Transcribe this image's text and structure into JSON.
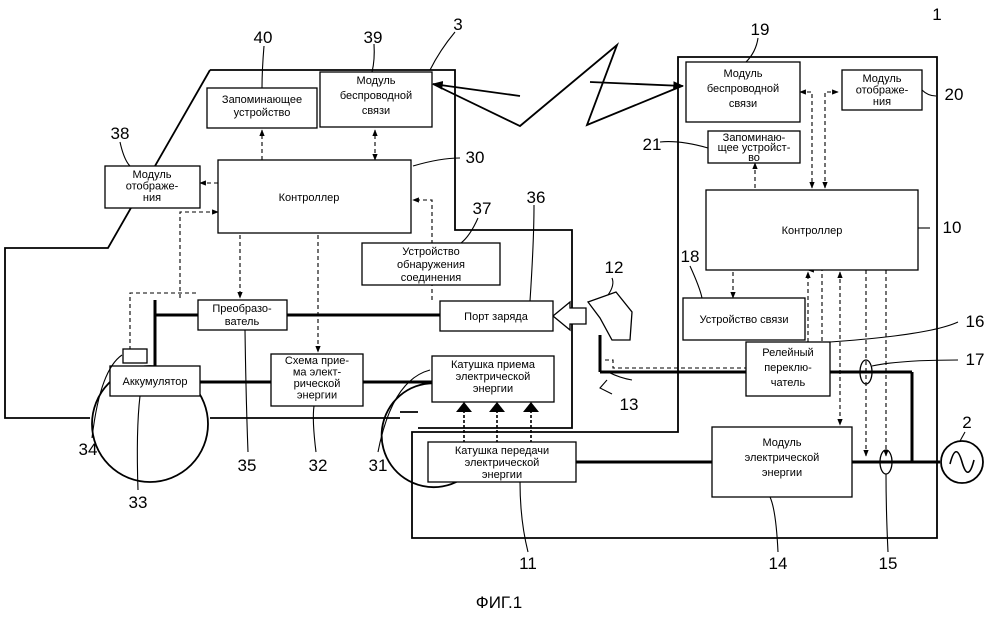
{
  "caption": "ФИГ.1",
  "blocks": {
    "memory_vehicle": [
      "Запоминающее",
      "устройство"
    ],
    "wireless_vehicle": [
      "Модуль",
      "беспроводной",
      "связи"
    ],
    "display_vehicle": [
      "Модуль",
      "отображе-",
      "ния"
    ],
    "controller_vehicle": [
      "Контроллер"
    ],
    "connection_detector": [
      "Устройство",
      "обнаружения",
      "соединения"
    ],
    "converter": [
      "Преобразо-",
      "ватель"
    ],
    "charge_port": [
      "Порт заряда"
    ],
    "accumulator": [
      "Аккумулятор"
    ],
    "receive_circuit": [
      "Схема прие-",
      "ма элект-",
      "рической",
      "энергии"
    ],
    "receive_coil": [
      "Катушка приема",
      "электрической",
      "энергии"
    ],
    "transmit_coil": [
      "Катушка передачи",
      "электрической",
      "энергии"
    ],
    "wireless_station": [
      "Модуль",
      "беспроводной",
      "связи"
    ],
    "display_station": [
      "Модуль",
      "отображе-",
      "ния"
    ],
    "memory_station": [
      "Запоминаю-",
      "щее устройст-",
      "во"
    ],
    "controller_station": [
      "Контроллер"
    ],
    "comm_device": [
      "Устройство связи"
    ],
    "relay_switch": [
      "Релейный",
      "переклю-",
      "чатель"
    ],
    "power_module": [
      "Модуль",
      "электрической",
      "энергии"
    ]
  },
  "refs": [
    "1",
    "2",
    "3",
    "10",
    "11",
    "12",
    "13",
    "14",
    "15",
    "16",
    "17",
    "18",
    "19",
    "20",
    "21",
    "30",
    "31",
    "32",
    "33",
    "34",
    "35",
    "36",
    "37",
    "38",
    "39",
    "40"
  ]
}
